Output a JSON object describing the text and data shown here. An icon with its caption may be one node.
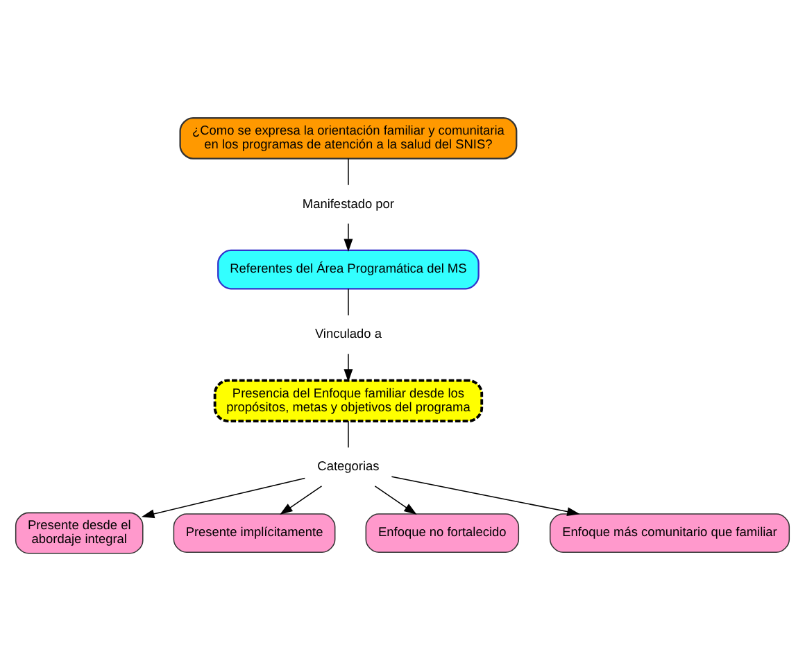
{
  "diagram": {
    "nodes": [
      {
        "text": [
          "¿Como se expresa la orientación familiar y comunitaria en los programas de atención a la salud del SNIS?"
        ]
      },
      {
        "text": [
          "Manifestado por"
        ]
      },
      {
        "text": [
          "Referentes del Área Programática del MS"
        ]
      },
      {
        "text": [
          "Vinculado a"
        ]
      },
      {
        "text": [
          "Presencia del Enfoque familiar desde los propósitos, metas y objetivos del programa"
        ]
      },
      {
        "text": [
          "Categorias"
        ]
      },
      {
        "text": [
          "Presente desde el abordaje integral"
        ]
      },
      {
        "text": [
          "Presente implícitamente"
        ]
      },
      {
        "text": [
          "Enfoque no fortalecido"
        ]
      },
      {
        "text": [
          "Enfoque más comunitario que familiar"
        ]
      }
    ],
    "edges": [
      {
        "from": 0,
        "to": 1,
        "arrow": "none"
      },
      {
        "from": 1,
        "to": 2,
        "arrow": "to"
      },
      {
        "from": 2,
        "to": 3,
        "arrow": "none"
      },
      {
        "from": 3,
        "to": 4,
        "arrow": "to"
      },
      {
        "from": 4,
        "to": 5,
        "arrow": "none"
      },
      {
        "from": 5,
        "to": 6,
        "arrow": "to"
      },
      {
        "from": 5,
        "to": 7,
        "arrow": "to"
      },
      {
        "from": 5,
        "to": 8,
        "arrow": "to"
      },
      {
        "from": 5,
        "to": 9,
        "arrow": "to"
      }
    ]
  }
}
